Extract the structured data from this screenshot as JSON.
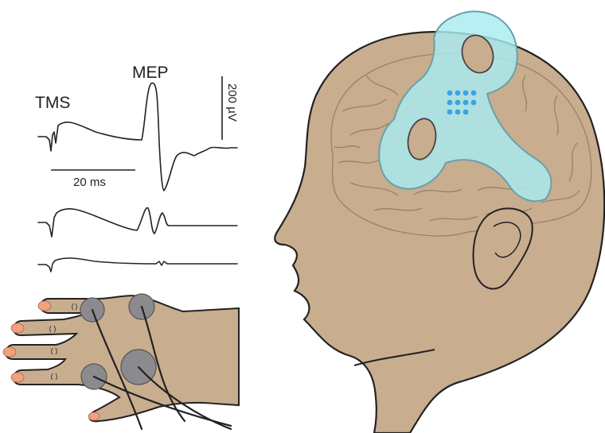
{
  "labels": {
    "tms": "TMS",
    "mep": "MEP",
    "time_scale": "20 ms",
    "amplitude_scale": "200 µV"
  },
  "colors": {
    "skin": "#c9ad8f",
    "outline": "#222222",
    "brain_line": "#9a8068",
    "coil": "#a8ecf0",
    "coil_edge": "#6aa0a8",
    "electrode": "#8b8b8f",
    "nail": "#f2a07e",
    "stim_dots": "#3aa3e6"
  }
}
